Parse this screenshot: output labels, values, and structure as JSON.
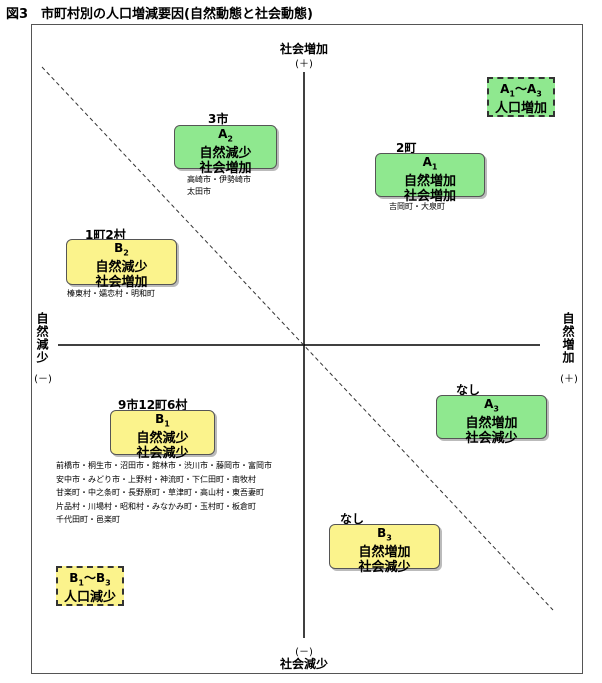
{
  "title": "図3　市町村別の人口増減要因(自然動態と社会動態)",
  "axes": {
    "top_label": "社会増加",
    "top_sign": "(＋)",
    "bottom_label": "社会減少",
    "bottom_sign": "(－)",
    "left_label": "自然減少",
    "left_sign": "(－)",
    "right_label": "自然増加",
    "right_sign": "(＋)"
  },
  "legend": {
    "a_group": {
      "id_start": "A",
      "sub_start": "1",
      "tilde": "～",
      "id_end": "A",
      "sub_end": "3",
      "label": "人口増加"
    },
    "b_group": {
      "id_start": "B",
      "sub_start": "1",
      "tilde": "～",
      "id_end": "B",
      "sub_end": "3",
      "label": "人口減少"
    }
  },
  "categories": {
    "a2": {
      "count": "3市",
      "letter": "A",
      "sub": "2",
      "line1": "自然減少",
      "line2": "社会増加",
      "members": [
        "高崎市・伊勢崎市",
        "太田市"
      ]
    },
    "a1": {
      "count": "2町",
      "letter": "A",
      "sub": "1",
      "line1": "自然増加",
      "line2": "社会増加",
      "members": [
        "吉岡町・大泉町"
      ]
    },
    "b2": {
      "count": "1町2村",
      "letter": "B",
      "sub": "2",
      "line1": "自然減少",
      "line2": "社会増加",
      "members": [
        "榛東村・嬬恋村・明和町"
      ]
    },
    "a3": {
      "count": "なし",
      "letter": "A",
      "sub": "3",
      "line1": "自然増加",
      "line2": "社会減少"
    },
    "b1": {
      "count": "9市12町6村",
      "letter": "B",
      "sub": "1",
      "line1": "自然減少",
      "line2": "社会減少",
      "members": [
        "前橋市・桐生市・沼田市・館林市・渋川市・藤岡市・富岡市",
        "安中市・みどり市・上野村・神流町・下仁田町・南牧村",
        "甘楽町・中之条町・長野原町・草津町・高山村・東吾妻町",
        "片品村・川場村・昭和村・みなかみ町・玉村町・板倉町",
        "千代田町・邑楽町"
      ]
    },
    "b3": {
      "count": "なし",
      "letter": "B",
      "sub": "3",
      "line1": "自然増加",
      "line2": "社会減少"
    }
  }
}
